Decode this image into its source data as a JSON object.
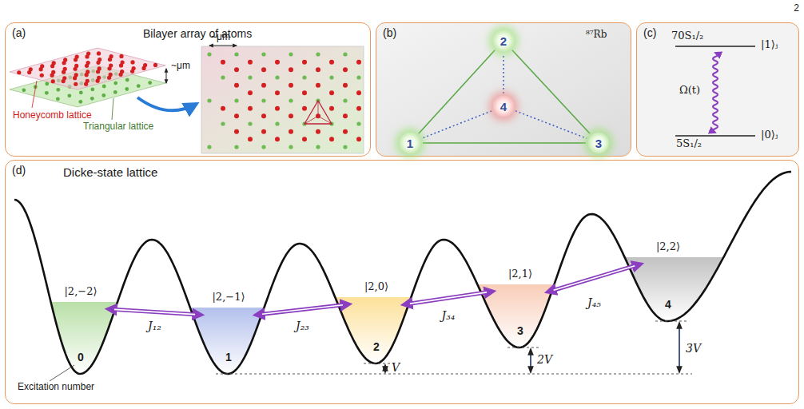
{
  "diagram": {
    "nodes": [
      {
        "text": [
          "(a)",
          "Bilayer array of atoms"
        ]
      },
      {
        "text": [
          "(b)",
          "⁸⁷Rb"
        ]
      },
      {
        "text": [
          "1"
        ],
        "in": 1
      },
      {
        "text": [
          "2"
        ],
        "in": 1
      },
      {
        "text": [
          "3"
        ],
        "in": 1
      },
      {
        "text": [
          "4"
        ],
        "in": 1
      },
      {
        "text": [
          "(c)"
        ]
      },
      {
        "text": [
          "(d)",
          "Dicke-state lattice"
        ]
      },
      {
        "text": [
          "|2,−2⟩",
          "0"
        ],
        "in": 7
      },
      {
        "text": [
          "|2,−1⟩",
          "1"
        ],
        "in": 7
      },
      {
        "text": [
          "|2,0⟩",
          "2"
        ],
        "in": 7
      },
      {
        "text": [
          "|2,1⟩",
          "3"
        ],
        "in": 7
      },
      {
        "text": [
          "|2,2⟩",
          "4"
        ],
        "in": 7
      }
    ],
    "edges": [
      {
        "from": 2,
        "to": 3,
        "arrow": "none"
      },
      {
        "from": 3,
        "to": 4,
        "arrow": "none"
      },
      {
        "from": 4,
        "to": 2,
        "arrow": "none"
      },
      {
        "from": 5,
        "to": 2,
        "arrow": "none"
      },
      {
        "from": 5,
        "to": 3,
        "arrow": "none"
      },
      {
        "from": 5,
        "to": 4,
        "arrow": "none"
      },
      {
        "from": 8,
        "to": 9,
        "label": "J₁₂",
        "arrow": "both"
      },
      {
        "from": 9,
        "to": 10,
        "label": "J₂₃",
        "arrow": "both"
      },
      {
        "from": 10,
        "to": 11,
        "label": "J₃₄",
        "arrow": "both"
      },
      {
        "from": 11,
        "to": 12,
        "label": "J₄₅",
        "arrow": "both"
      }
    ],
    "labels": [
      "2",
      "Honeycomb lattice",
      "Triangular lattice",
      "~μm",
      "~μm",
      "70S₁/₂",
      "|1⟩ⱼ",
      "Ω(t)",
      "5S₁/₂",
      "|0⟩ⱼ",
      "Excitation number",
      "V",
      "2V",
      "3V"
    ]
  }
}
